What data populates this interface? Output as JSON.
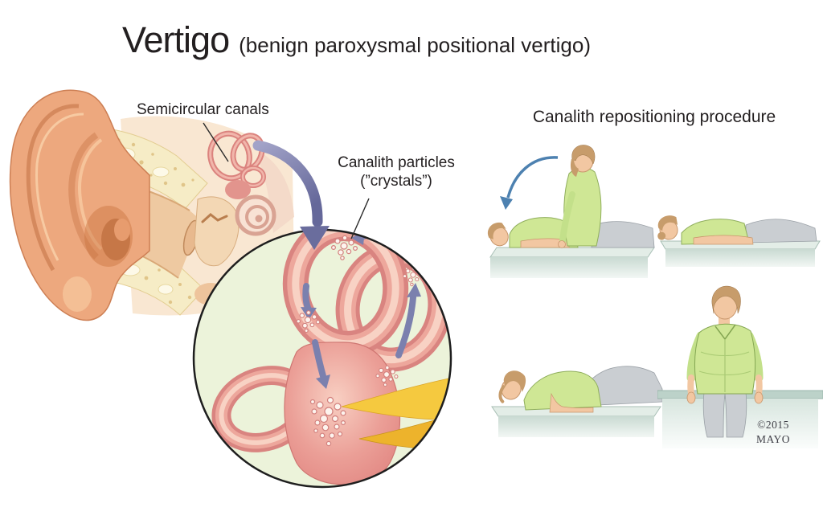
{
  "title": {
    "main": "Vertigo",
    "subtitle": "(benign paroxysmal positional vertigo)"
  },
  "left_panel": {
    "label_semicircular_canals": "Semicircular canals",
    "canalith_line1": "Canalith particles",
    "canalith_line2": "(”crystals”)"
  },
  "right_panel": {
    "heading": "Canalith repositioning procedure",
    "step_count": 4,
    "steps": [
      {
        "id": 1,
        "name": "sitting-upright-reclining-back"
      },
      {
        "id": 2,
        "name": "lying-flat-head-turned"
      },
      {
        "id": 3,
        "name": "lying-on-side-facing-down"
      },
      {
        "id": 4,
        "name": "sitting-up-on-table-edge"
      }
    ]
  },
  "footer": {
    "copyright_year": "©2015",
    "copyright_org": "MAYO"
  },
  "icons": {
    "magnify_transition_arrow": "thick curved purple arrow from ear to inset",
    "canal_flow_arrows": "blue arrows showing particle movement in canals",
    "reposition_motion_arrow": "curved blue arrow showing patient reclining"
  },
  "colors": {
    "background": "#ffffff",
    "text": "#231f20",
    "inset_background": "#ecf3da",
    "canal_pink": "#e5938d",
    "canal_pink_dark": "#d98480",
    "canal_pink_light": "#f8d2c4",
    "transition_arrow_purple": "#6a6d9d",
    "flow_arrow_blue": "#7b80ae",
    "motion_arrow_blue": "#4d81b0",
    "nerve_yellow": "#f5c93f",
    "shirt_green": "#cfe795",
    "skin": "#f2c7a2",
    "hair": "#c79c6b",
    "pants_gray": "#caced2",
    "table_surface": "#e3ede7",
    "bone_yellow": "#f6ecc6",
    "ear_skin": "#eda87e"
  }
}
